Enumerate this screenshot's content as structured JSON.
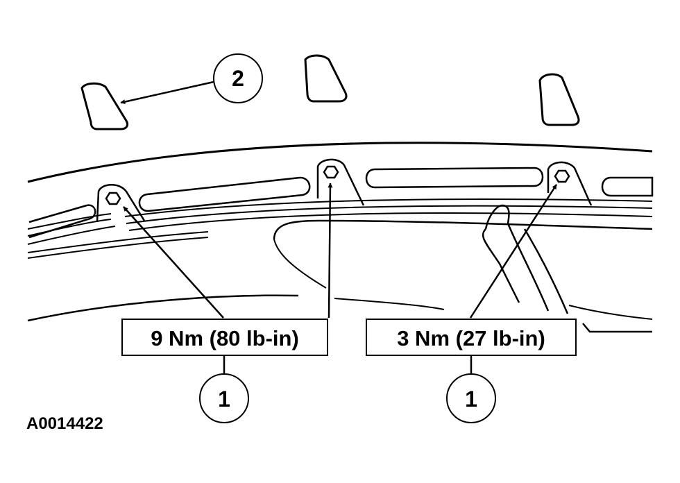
{
  "callouts": [
    {
      "number": "2"
    },
    {
      "number": "1"
    },
    {
      "number": "1"
    }
  ],
  "torque_specs": [
    {
      "text": "9 Nm (80 lb-in)"
    },
    {
      "text": "3 Nm (27 lb-in)"
    }
  ],
  "figure_id": "A0014422",
  "colors": {
    "line": "#000000",
    "background": "#ffffff"
  }
}
